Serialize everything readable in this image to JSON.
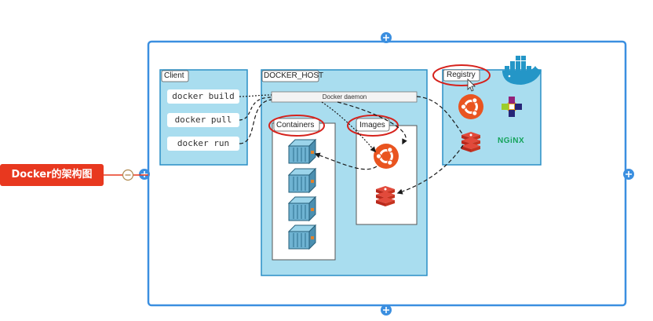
{
  "topic": {
    "label": "Docker的架构图"
  },
  "client": {
    "label": "Client",
    "commands": [
      "docker build",
      "docker pull",
      "docker run"
    ]
  },
  "docker_host": {
    "label": "DOCKER_HOST",
    "daemon_label": "Docker daemon",
    "containers_label": "Containers",
    "images_label": "Images"
  },
  "registry": {
    "label": "Registry",
    "nginx_label": "NGiNX"
  },
  "colors": {
    "frame_blue": "#3b8fe0",
    "panel_fill": "#a9ddef",
    "panel_border": "#2a8fc5",
    "topic_red": "#e8381f",
    "highlight_red": "#d6221c"
  },
  "icons": [
    "ubuntu-icon",
    "redis-icon",
    "centos-icon",
    "docker-whale-icon",
    "container-stack-icon",
    "collapse-icon"
  ]
}
